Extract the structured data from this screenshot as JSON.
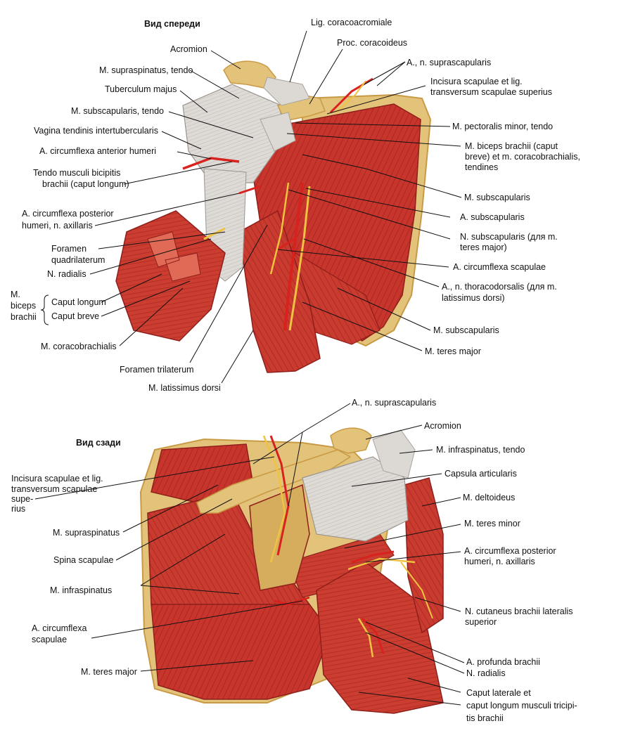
{
  "front": {
    "title": "Вид спереди",
    "labels": {
      "lig_coracoacromiale": "Lig. coracoacromiale",
      "proc_coracoideus": "Proc. coracoideus",
      "acromion": "Acromion",
      "a_n_suprascapularis": "A., n. suprascapularis",
      "m_supraspinatus_tendo": "M. supraspinatus, tendo",
      "incisura_1": "Incisura scapulae et lig.",
      "incisura_2": "transversum scapulae superius",
      "tuberculum_majus": "Tuberculum majus",
      "m_subscapularis_tendo": "M. subscapularis, tendo",
      "m_pectoralis_minor_tendo": "M. pectoralis minor, tendo",
      "vagina_tendinis": "Vagina tendinis intertubercularis",
      "biceps_caput_breve_1": "M. biceps brachii (caput",
      "biceps_caput_breve_2": "breve) et m. coracobrachialis,",
      "biceps_caput_breve_3": "tendines",
      "a_circumflexa_anterior": "A. circumflexa anterior humeri",
      "tendo_bicipitis_1": "Tendo musculi bicipitis",
      "tendo_bicipitis_2": "brachii (caput longum)",
      "m_subscapularis_1": "M. subscapularis",
      "a_circ_post_1": "A. circumflexa posterior",
      "a_circ_post_2": "humeri, n. axillaris",
      "a_subscapularis": "A. subscapularis",
      "n_subscapularis_1": "N. subscapularis (для m.",
      "n_subscapularis_2": "teres major)",
      "foramen_quad_1": "Foramen",
      "foramen_quad_2": "quadrilaterum",
      "n_radialis": "N. radialis",
      "a_circ_scapulae": "A. circumflexa scapulae",
      "m_biceps_1": "M.",
      "m_biceps_2": "biceps",
      "m_biceps_3": "brachii",
      "caput_longum": "Caput longum",
      "caput_breve": "Caput breve",
      "thoracodorsalis_1": "A., n. thoracodorsalis (для m.",
      "thoracodorsalis_2": "latissimus dorsi)",
      "m_subscapularis_2": "M. subscapularis",
      "m_coracobrachialis": "M. coracobrachialis",
      "m_teres_major": "M. teres major",
      "foramen_trilaterum": "Foramen trilaterum",
      "m_latissimus_dorsi": "M. latissimus dorsi"
    }
  },
  "back": {
    "title": "Вид сзади",
    "labels": {
      "a_n_suprascapularis": "A., n. suprascapularis",
      "acromion": "Acromion",
      "m_infraspinatus_tendo": "M. infraspinatus, tendo",
      "capsula_articularis": "Capsula articularis",
      "incisura_1": "Incisura scapulae et lig.",
      "incisura_2": "transversum scapulae",
      "incisura_3": "supe-",
      "incisura_4": "rius",
      "m_deltoideus": "M. deltoideus",
      "m_teres_minor": "M. teres minor",
      "m_supraspinatus": "M. supraspinatus",
      "a_circ_post_1": "A. circumflexa posterior",
      "a_circ_post_2": "humeri, n. axillaris",
      "spina_scapulae": "Spina scapulae",
      "m_infraspinatus": "M. infraspinatus",
      "n_cutaneus_1": "N. cutaneus brachii lateralis",
      "n_cutaneus_2": "superior",
      "a_circ_scapulae_1": "A. circumflexa",
      "a_circ_scapulae_2": "scapulae",
      "a_profunda": "A. profunda brachii",
      "n_radialis": "N. radialis",
      "m_teres_major": "M. teres major",
      "triceps_1": "Caput laterale et",
      "triceps_2": "caput longum musculi tricipi-",
      "triceps_3": "tis brachii"
    }
  },
  "colors": {
    "muscle": "#c8352c",
    "muscle_dark": "#9e2420",
    "muscle_light": "#e06a55",
    "bone": "#e3c27a",
    "bone_dark": "#c99a45",
    "tendon": "#d9d6d2",
    "artery": "#d8221e",
    "nerve": "#efc341"
  }
}
